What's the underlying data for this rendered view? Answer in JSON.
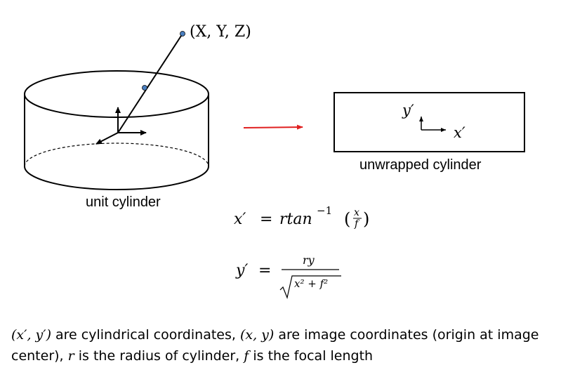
{
  "diagram": {
    "point_label": "(X, Y, Z)",
    "cylinder_label": "unit cylinder",
    "unwrapped_label": "unwrapped cylinder",
    "axis_y_label": "y′",
    "axis_x_label": "x′"
  },
  "equations": {
    "eq1": {
      "lhs": "x′",
      "eq": "=",
      "rhs_base": "rtan",
      "rhs_sup": "−1",
      "lparen": "(",
      "rparen": ")",
      "frac_num": "x",
      "frac_den": "f"
    },
    "eq2": {
      "lhs": "y′",
      "eq": "=",
      "num": "ry",
      "den": "x² + f²"
    }
  },
  "caption": {
    "v1": "(x′, y′)",
    "t1": " are cylindrical coordinates, ",
    "v2": "(x, y)",
    "t2": " are image coordinates (origin at image center), ",
    "v3": "r",
    "t3": " is the radius of cylinder, ",
    "v4": "f",
    "t4": " is the focal length"
  },
  "colors": {
    "arrow": "#e02020",
    "point": "#4a7fc0"
  }
}
